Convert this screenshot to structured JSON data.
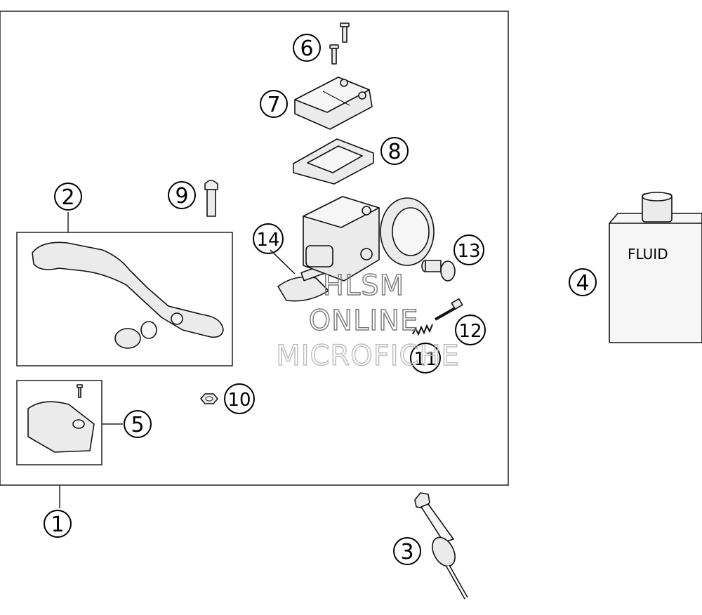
{
  "callouts": [
    "1",
    "2",
    "3",
    "4",
    "5",
    "6",
    "7",
    "8",
    "9",
    "10",
    "11",
    "12",
    "13",
    "14"
  ],
  "fluid_label": "FLUID",
  "watermark": [
    "HLSM",
    "ONLINE",
    "MICROFICHE"
  ]
}
